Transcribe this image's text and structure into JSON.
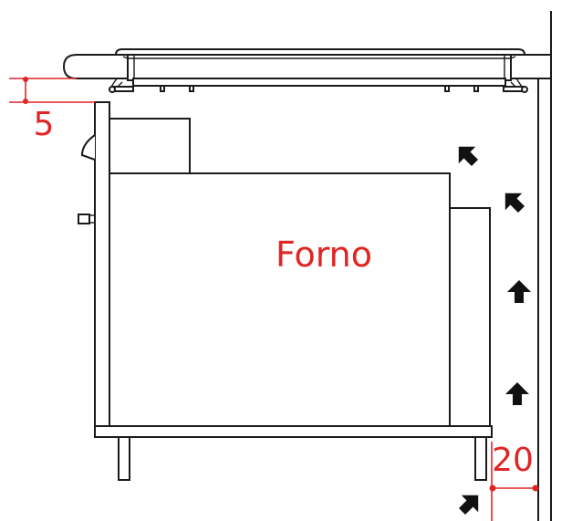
{
  "labels": {
    "oven": "Forno",
    "gap_top": "5",
    "gap_back": "20"
  },
  "colors": {
    "dimension": "#e02525",
    "line": "#1a1a1a",
    "arrow": "#111111",
    "background": "#ffffff"
  },
  "icons": {
    "airflow_arrow": "arrow-icon"
  }
}
